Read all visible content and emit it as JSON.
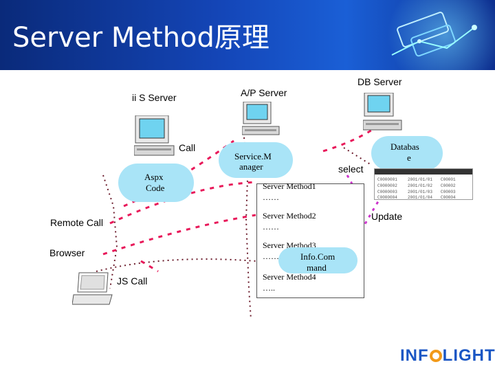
{
  "header": {
    "title": "Server Method原理"
  },
  "labels": {
    "iis_server": "ii S Server",
    "ap_server": "A/P Server",
    "db_server": "DB Server",
    "call": "Call",
    "select": "select",
    "update": "Update",
    "remote_call": "Remote Call",
    "browser": "Browser",
    "js_call": "JS Call"
  },
  "blobs": {
    "aspx": [
      "Aspx",
      "Code"
    ],
    "service_manager": [
      "Service.M",
      "anager"
    ],
    "database": [
      "Databas",
      "e"
    ],
    "info_command": [
      "Info.Com",
      "mand"
    ]
  },
  "methods": [
    {
      "name": "Server Method1",
      "dots": "……"
    },
    {
      "name": "Server Method2",
      "dots": "……"
    },
    {
      "name": "Server Method3",
      "dots": "……"
    },
    {
      "name": "Server Method4",
      "dots": "….."
    }
  ],
  "logo": {
    "prefix": "INF",
    "suffix": "LIGHT"
  },
  "colors": {
    "dashed_line": "#e8195a",
    "dotted_line": "#6b1b2b",
    "blob": "#a9e4f7",
    "header": "#1446b8"
  }
}
